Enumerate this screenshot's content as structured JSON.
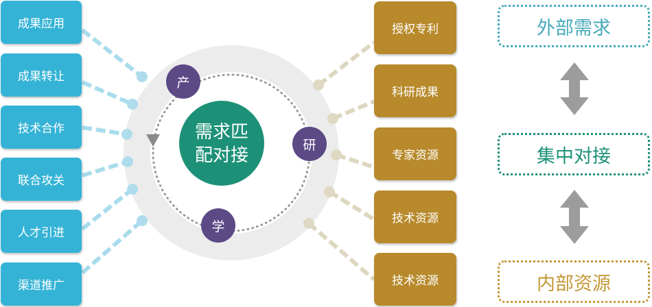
{
  "center": {
    "line1": "需求匹",
    "line2": "配对接"
  },
  "nodes": {
    "chan": "产",
    "yan": "研",
    "xue": "学"
  },
  "left_items": [
    "成果应用",
    "成果转让",
    "技术合作",
    "联合攻关",
    "人才引进",
    "渠道推广"
  ],
  "right_items": [
    "授权专利",
    "科研成果",
    "专家资源",
    "技术资源",
    "技术资源"
  ],
  "tags": {
    "external": "外部需求",
    "central": "集中对接",
    "internal": "内部资源"
  },
  "colors": {
    "left": "#35b3d6",
    "right": "#b88a2c",
    "center": "#1d9178",
    "node": "#5b4a86",
    "external": "#46aab8",
    "central": "#1d9178",
    "internal": "#c39736"
  }
}
